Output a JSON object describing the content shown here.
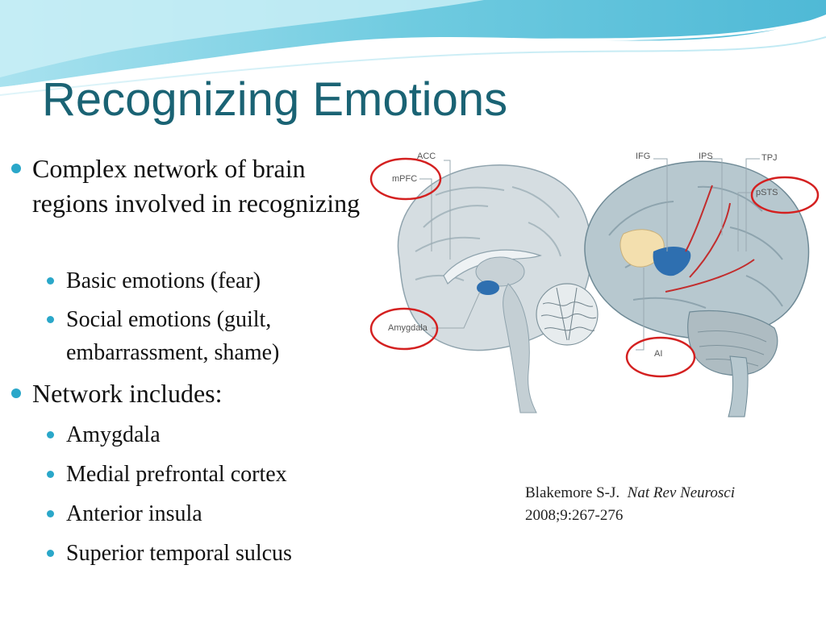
{
  "slide": {
    "title": "Recognizing Emotions",
    "colors": {
      "title": "#1a6374",
      "bullet": "#2aa7c9",
      "highlight_circle": "#d42020",
      "wave": "#7fd3e6"
    }
  },
  "bullets": [
    {
      "text": "Complex network of brain regions involved in recognizing"
    },
    {
      "text": "Basic emotions (fear)"
    },
    {
      "text": "Social emotions (guilt, embarrassment, shame)"
    },
    {
      "text": "Network includes:"
    },
    {
      "text": "Amygdala"
    },
    {
      "text": "Medial prefrontal cortex"
    },
    {
      "text": "Anterior insula"
    },
    {
      "text": "Superior temporal sulcus"
    }
  ],
  "figure": {
    "labels": {
      "acc": "ACC",
      "mpfc": "mPFC",
      "amygdala": "Amygdala",
      "ifg": "IFG",
      "ips": "IPS",
      "tpj": "TPJ",
      "psts": "pSTS",
      "ai": "AI"
    }
  },
  "citation": {
    "authors": "Blakemore S-J.",
    "journal": "Nat Rev Neurosci",
    "volume": "2008;9:267-276"
  }
}
